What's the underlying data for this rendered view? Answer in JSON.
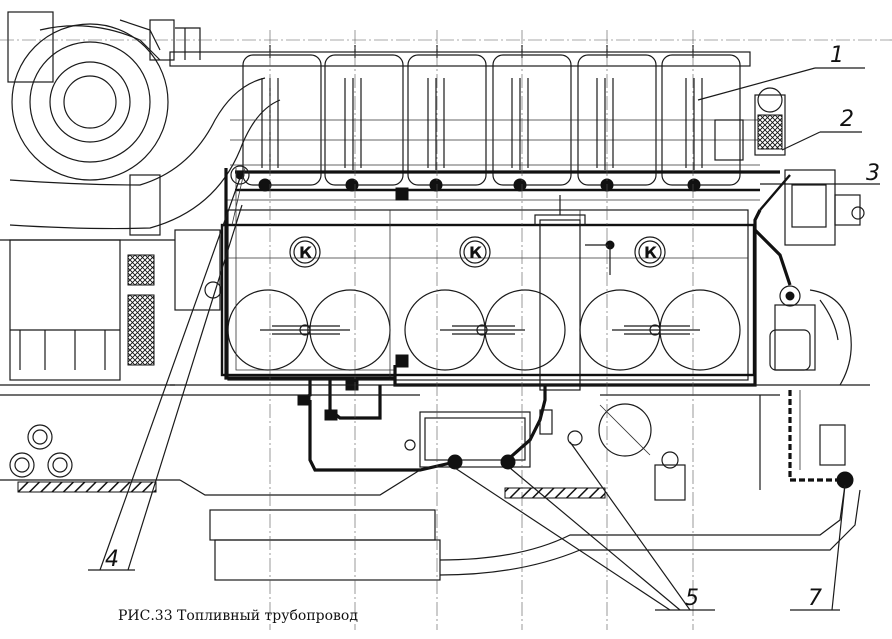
{
  "caption": "РИС.33 Топливный трубопровод",
  "callouts": [
    {
      "label": "1"
    },
    {
      "label": "2"
    },
    {
      "label": "3"
    },
    {
      "label": "4"
    },
    {
      "label": "5"
    },
    {
      "label": "7"
    }
  ],
  "logo_text": "К",
  "colors": {
    "ink": "#111111",
    "paper": "#ffffff"
  }
}
